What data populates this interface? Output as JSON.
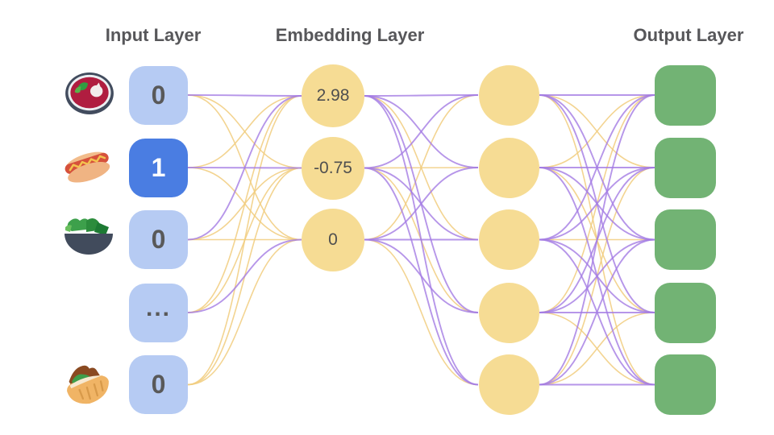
{
  "diagram": {
    "titles": {
      "input": "Input Layer",
      "embedding": "Embedding Layer",
      "output": "Output Layer"
    },
    "input_nodes": [
      {
        "label": "0",
        "active": false,
        "icon": "borscht-soup-bowl"
      },
      {
        "label": "1",
        "active": true,
        "icon": "hot-dog"
      },
      {
        "label": "0",
        "active": false,
        "icon": "green-salad-bowl"
      },
      {
        "label": "...",
        "active": false,
        "icon": null
      },
      {
        "label": "0",
        "active": false,
        "icon": "stuffed-flatbread"
      }
    ],
    "embedding_nodes": [
      {
        "label": "2.98"
      },
      {
        "label": "-0.75"
      },
      {
        "label": "0"
      }
    ],
    "hidden_node_count": 5,
    "output_node_count": 5,
    "colors": {
      "input_inactive": "#b6cbf3",
      "input_active": "#4a7de2",
      "node_yellow": "#f6dc94",
      "output_green": "#72b374",
      "edge_purple": "#a47ce4",
      "edge_yellow": "#f1cd7e",
      "title_text": "#57575a"
    },
    "edges": {
      "input_to_embedding": [
        [
          "P",
          "Y",
          "Y"
        ],
        [
          "Y",
          "P",
          "Y"
        ],
        [
          "P",
          "Y",
          "Y"
        ],
        [
          "Y",
          "Y",
          "P"
        ],
        [
          "Y",
          "Y",
          "Y"
        ]
      ],
      "embedding_to_hidden": [
        [
          "P",
          "P",
          "Y",
          "P",
          "P"
        ],
        [
          "P",
          "Y",
          "P",
          "Y",
          "P"
        ],
        [
          "Y",
          "P",
          "P",
          "P",
          "Y"
        ]
      ],
      "hidden_to_output": [
        [
          "P",
          "Y",
          "P",
          "P",
          "Y"
        ],
        [
          "Y",
          "P",
          "P",
          "Y",
          "P"
        ],
        [
          "P",
          "P",
          "Y",
          "P",
          "P"
        ],
        [
          "Y",
          "P",
          "P",
          "P",
          "Y"
        ],
        [
          "P",
          "Y",
          "P",
          "Y",
          "P"
        ]
      ]
    }
  }
}
